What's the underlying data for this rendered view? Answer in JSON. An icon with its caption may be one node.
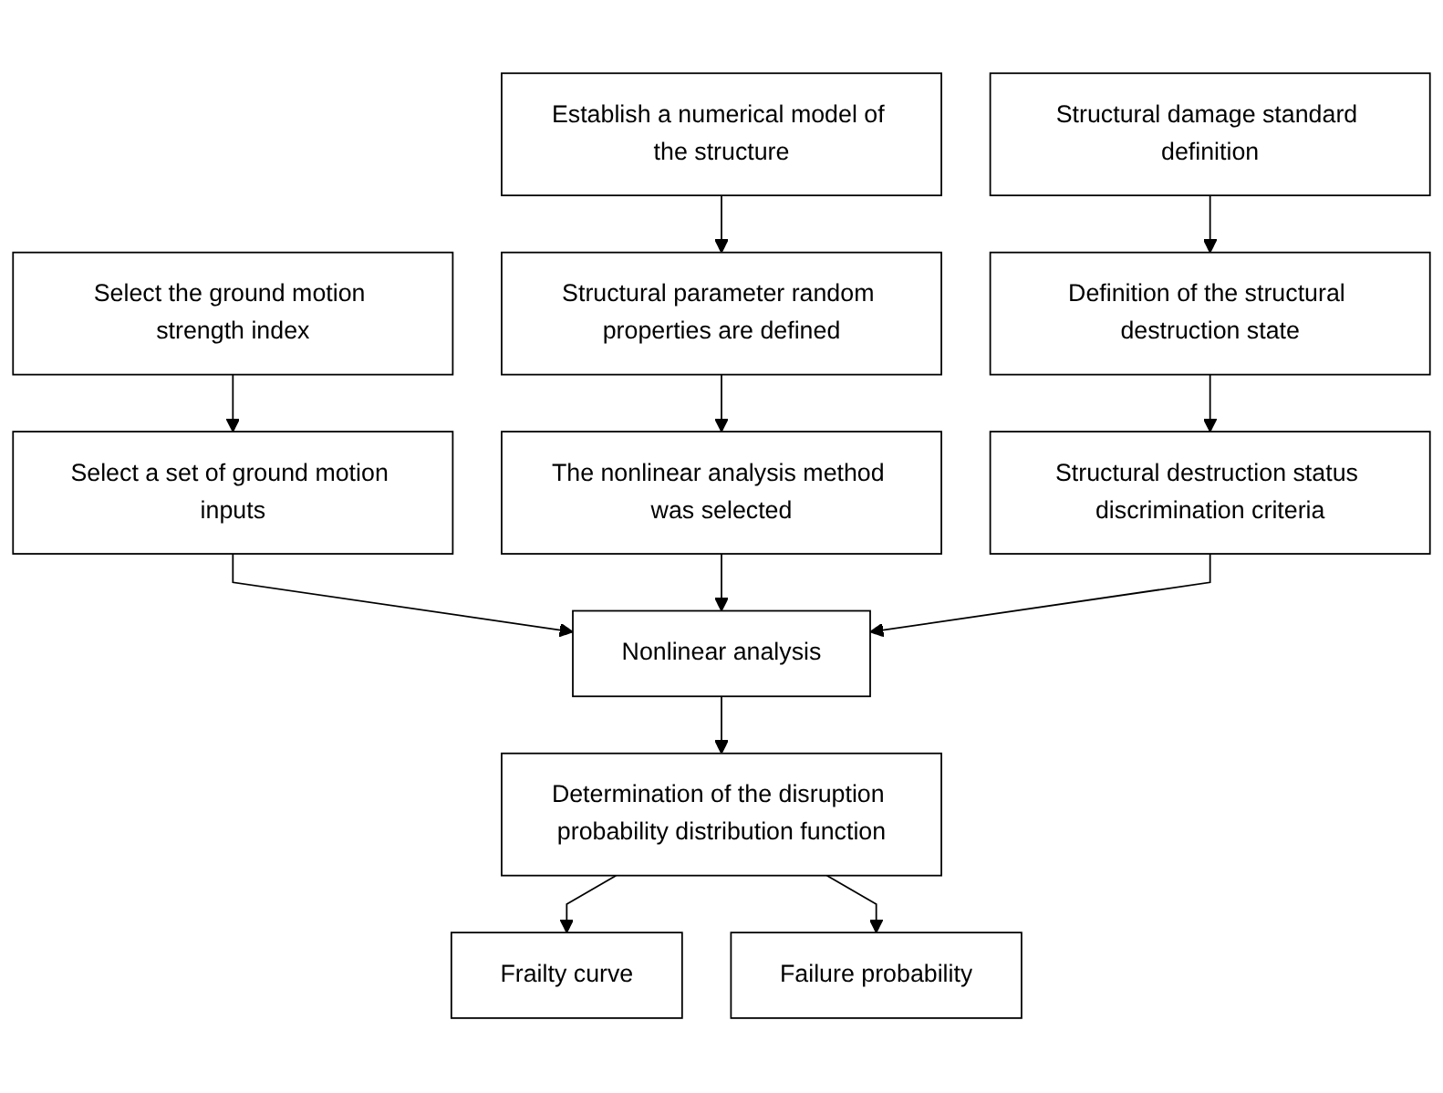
{
  "diagram": {
    "nodes": [
      {
        "text": [
          "Select the ground motion strength index"
        ]
      },
      {
        "text": [
          "Establish a numerical model of the structure"
        ]
      },
      {
        "text": [
          "Structural damage standard definition"
        ]
      },
      {
        "text": [
          "Structural parameter random properties are defined"
        ]
      },
      {
        "text": [
          "Definition of the structural destruction state"
        ]
      },
      {
        "text": [
          "Select a set of ground motion inputs"
        ]
      },
      {
        "text": [
          "The nonlinear analysis method was selected"
        ]
      },
      {
        "text": [
          "Structural destruction status discrimination criteria"
        ]
      },
      {
        "text": [
          "Nonlinear analysis"
        ]
      },
      {
        "text": [
          "Determination of the disruption probability distribution function"
        ]
      },
      {
        "text": [
          "Frailty curve"
        ]
      },
      {
        "text": [
          "Failure probability"
        ]
      }
    ],
    "edges": [
      {
        "from": 0,
        "to": 5,
        "arrow": "to"
      },
      {
        "from": 1,
        "to": 3,
        "arrow": "to"
      },
      {
        "from": 2,
        "to": 4,
        "arrow": "to"
      },
      {
        "from": 3,
        "to": 6,
        "arrow": "to"
      },
      {
        "from": 4,
        "to": 7,
        "arrow": "to"
      },
      {
        "from": 5,
        "to": 8,
        "arrow": "to"
      },
      {
        "from": 6,
        "to": 8,
        "arrow": "to"
      },
      {
        "from": 7,
        "to": 8,
        "arrow": "to"
      },
      {
        "from": 8,
        "to": 9,
        "arrow": "to"
      },
      {
        "from": 9,
        "to": 10,
        "arrow": "to"
      },
      {
        "from": 9,
        "to": 11,
        "arrow": "to"
      }
    ]
  }
}
